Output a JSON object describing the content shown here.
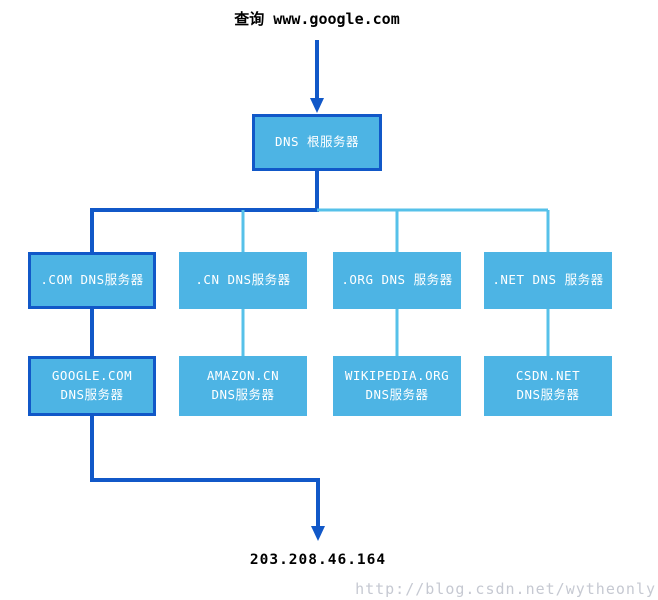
{
  "title": "查询 www.google.com",
  "root": {
    "label": "DNS 根服务器"
  },
  "tld_nodes": [
    {
      "label": ".COM DNS服务器",
      "highlighted": true
    },
    {
      "label": ".CN DNS服务器",
      "highlighted": false
    },
    {
      "label": ".ORG DNS 服务器",
      "highlighted": false
    },
    {
      "label": ".NET DNS 服务器",
      "highlighted": false
    }
  ],
  "auth_nodes": [
    {
      "line1": "GOOGLE.COM",
      "line2": "DNS服务器",
      "highlighted": true
    },
    {
      "line1": "AMAZON.CN",
      "line2": "DNS服务器",
      "highlighted": false
    },
    {
      "line1": "WIKIPEDIA.ORG",
      "line2": "DNS服务器",
      "highlighted": false
    },
    {
      "line1": "CSDN.NET",
      "line2": "DNS服务器",
      "highlighted": false
    }
  ],
  "result_ip": "203.208.46.164",
  "watermark": "http://blog.csdn.net/wytheonly",
  "colors": {
    "box_fill": "#4db4e4",
    "highlight": "#1158c8",
    "connector": "#56c1e9",
    "watermark": "#c6c9d2"
  }
}
